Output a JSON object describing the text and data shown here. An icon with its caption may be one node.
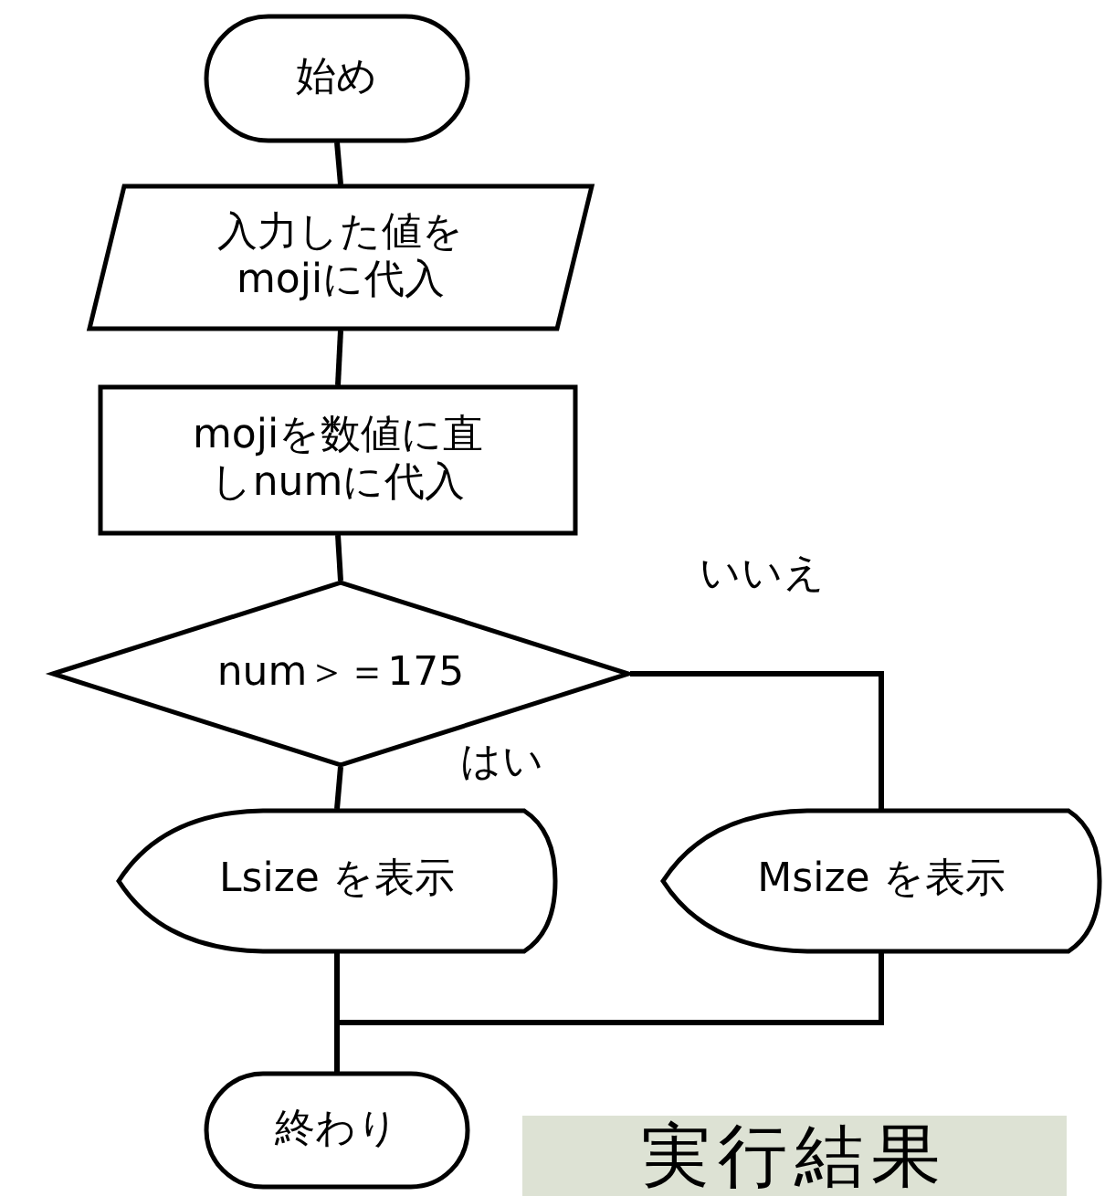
{
  "diagram": {
    "nodes": [
      {
        "text": [
          "始め"
        ]
      },
      {
        "text": [
          "入力した値をmojiに代入"
        ]
      },
      {
        "text": [
          "mojiを数値に直しnumに代入"
        ]
      },
      {
        "text": [
          "num＞＝175"
        ]
      },
      {
        "text": [
          "Lsize を表示"
        ]
      },
      {
        "text": [
          "Msize を表示"
        ]
      },
      {
        "text": [
          "終わり"
        ]
      },
      {
        "text": [
          "実行結果"
        ]
      }
    ],
    "edges": [
      {
        "from": 0,
        "to": 1,
        "arrow": "none"
      },
      {
        "from": 1,
        "to": 2,
        "arrow": "none"
      },
      {
        "from": 2,
        "to": 3,
        "arrow": "none"
      },
      {
        "from": 3,
        "to": 4,
        "label": "はい",
        "arrow": "none"
      },
      {
        "from": 3,
        "to": 5,
        "label": "いいえ",
        "arrow": "none"
      },
      {
        "from": 4,
        "to": 6,
        "arrow": "none"
      },
      {
        "from": 5,
        "to": 6,
        "arrow": "none"
      }
    ]
  }
}
